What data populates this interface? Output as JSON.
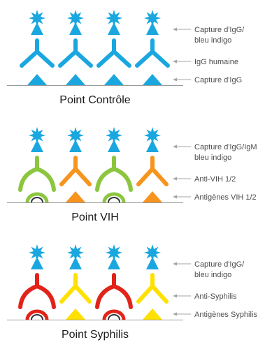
{
  "colors": {
    "blue": "#1aa7e0",
    "blue_dark": "#1286b8",
    "green": "#8cc63f",
    "orange": "#f7941d",
    "red": "#e2231a",
    "yellow": "#ffe100",
    "baseline": "#9a9a9a",
    "leader": "#a6a6a6",
    "text": "#4d4d4d"
  },
  "panels": [
    {
      "title": "Point Contrôle",
      "capture_label": [
        "Capture d'IgG/",
        "bleu indigo"
      ],
      "middle_label": "IgG humaine",
      "bottom_label": "Capture d'IgG",
      "antibody_colors": [
        "blue",
        "blue",
        "blue",
        "blue"
      ],
      "base_types": [
        "triangle",
        "triangle",
        "triangle",
        "triangle"
      ],
      "icons": {
        "star": "burst-star-icon",
        "capture": "capture-triangle-icon",
        "antibody": "y-antibody-icon",
        "base_triangle": "antigen-triangle-icon",
        "base_arc": "antigen-arc-icon"
      }
    },
    {
      "title": "Point VIH",
      "capture_label": [
        "Capture d'IgG/IgM",
        "bleu indigo"
      ],
      "middle_label": "Anti-VIH 1/2",
      "bottom_label": "Antigènes VIH 1/2",
      "antibody_colors": [
        "green",
        "orange",
        "green",
        "orange"
      ],
      "base_types": [
        "arc",
        "triangle",
        "arc",
        "triangle"
      ]
    },
    {
      "title": "Point Syphilis",
      "capture_label": [
        "Capture d'IgG/",
        "bleu indigo"
      ],
      "middle_label": "Anti-Syphilis",
      "bottom_label": "Antigènes Syphilis",
      "antibody_colors": [
        "red",
        "yellow",
        "red",
        "yellow"
      ],
      "base_types": [
        "arc",
        "triangle",
        "arc",
        "triangle"
      ]
    }
  ]
}
